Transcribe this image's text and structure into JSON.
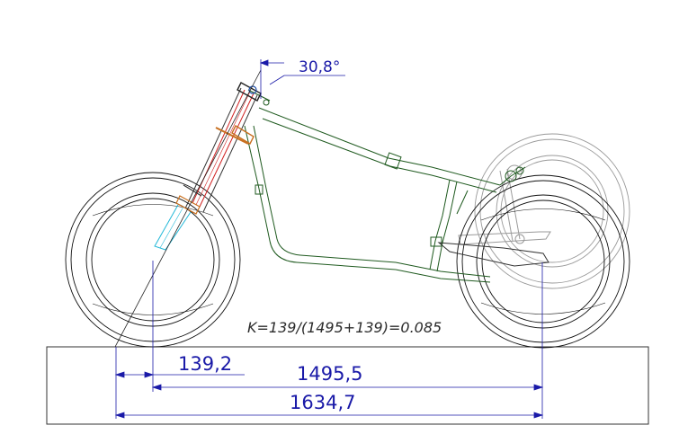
{
  "drawing": {
    "angle_label": "30,8°",
    "formula": "K=139/(1495+139)=0.085",
    "dims": {
      "offset": "139,2",
      "wheelbase": "1495,5",
      "total": "1634,7"
    }
  },
  "colors": {
    "dimension": "#1a1aa8",
    "frame": "#1f5a1f",
    "wheel": "#111111",
    "fork_leg": "#22b8d8",
    "fork_red": "#d02020",
    "bearing": "#c87020",
    "swingarm_ghost": "#9a9a9a"
  }
}
